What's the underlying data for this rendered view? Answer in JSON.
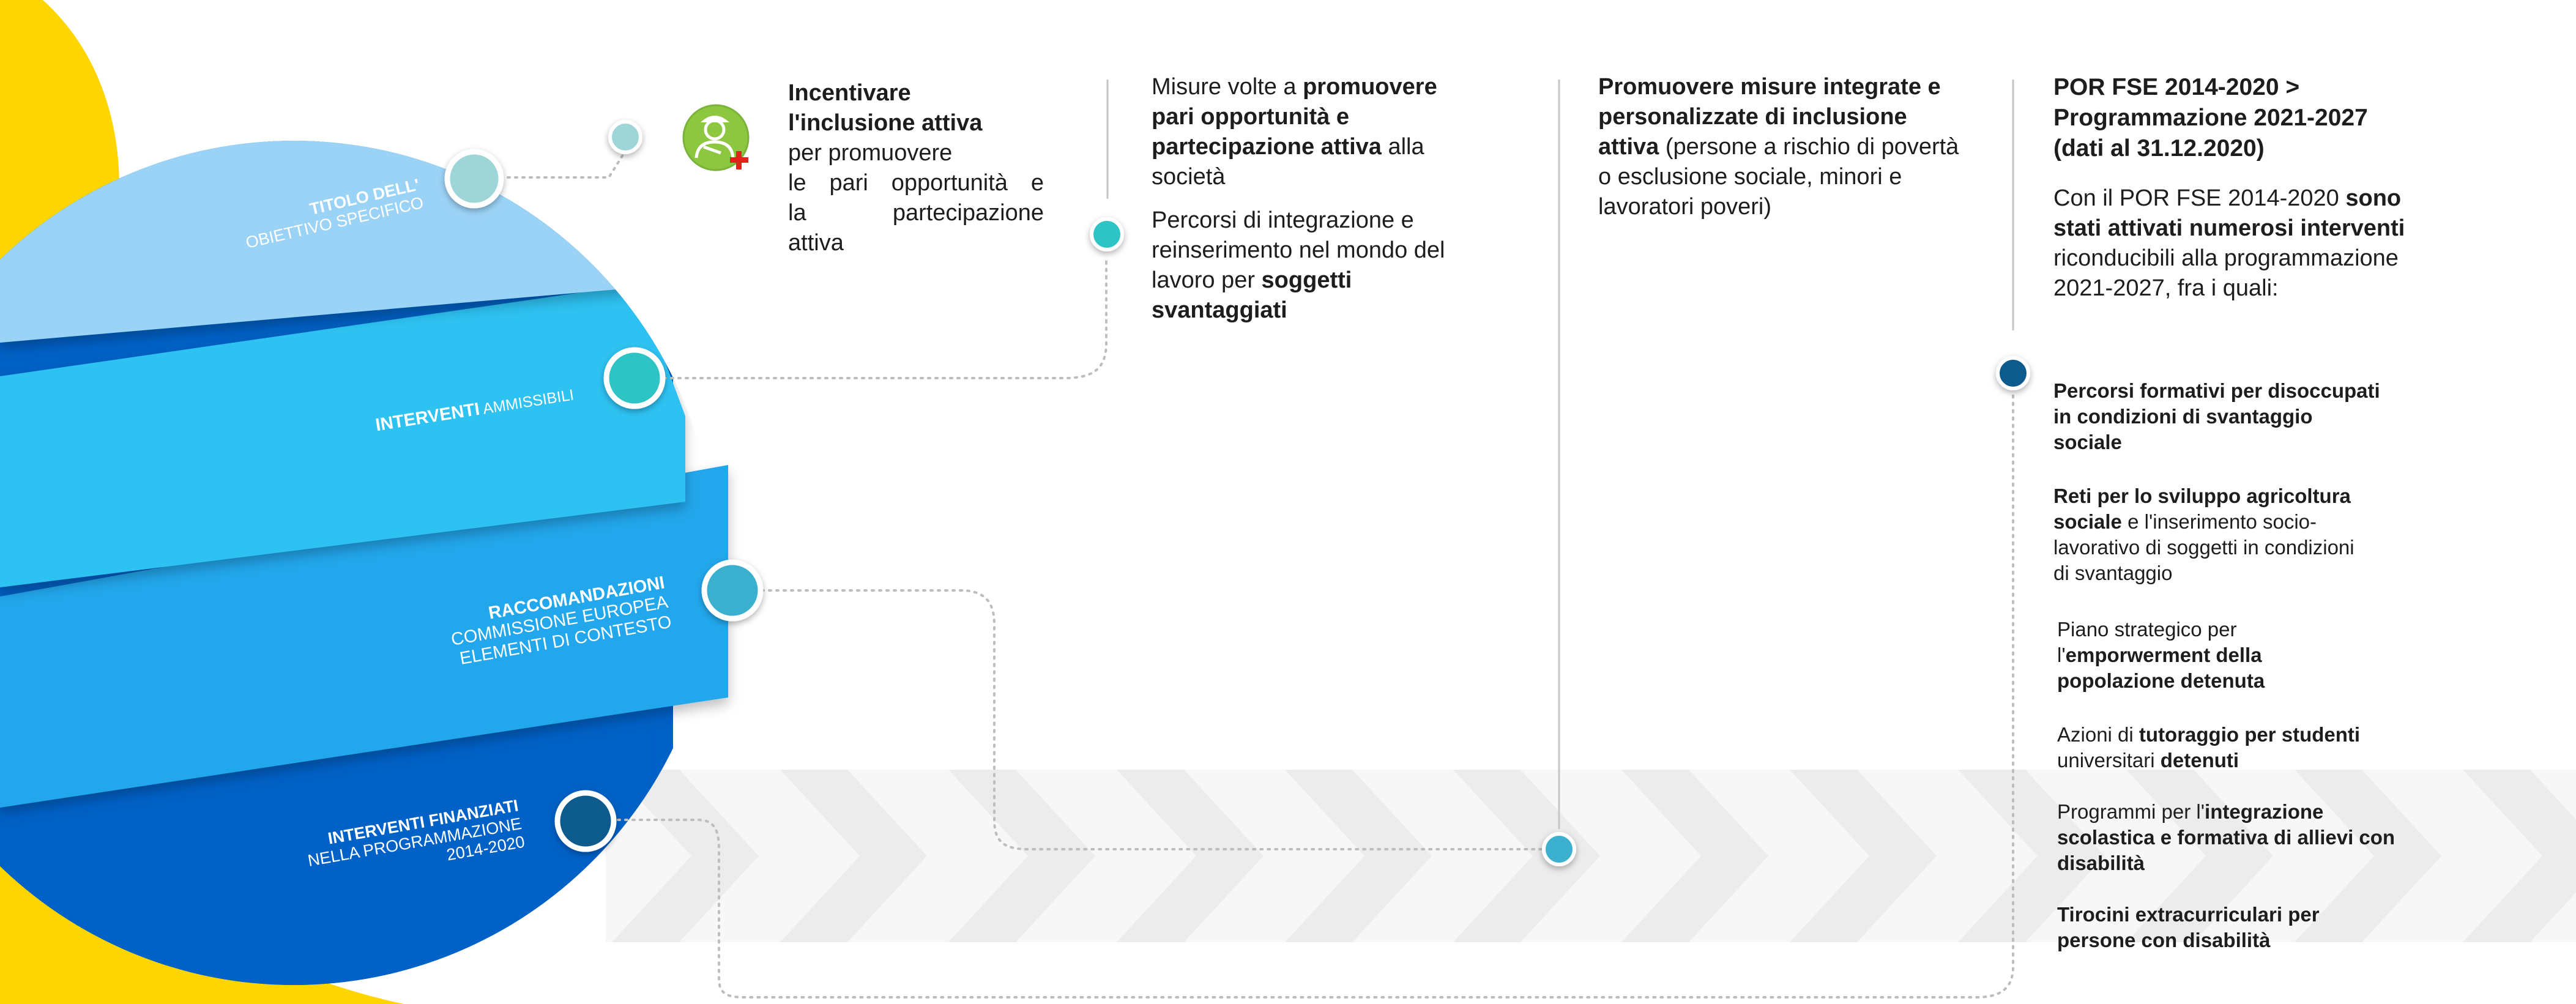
{
  "colors": {
    "yellow": "#FFD500",
    "band1": "#9BD3F7",
    "band2": "#2EC2F2",
    "band3": "#23A7EC",
    "band4": "#0061C6",
    "teal": "#2FC4C6",
    "navy": "#0A5A8C",
    "line": "#C6C6C6"
  },
  "icon": "inclusion-person-icon",
  "bands": {
    "b1": {
      "line1": "TITOLO DELL'",
      "line2": "OBIETTIVO SPECIFICO"
    },
    "b2": {
      "bold": "INTERVENTI",
      "rest": " AMMISSIBILI"
    },
    "b3": {
      "line1": "RACCOMANDAZIONI",
      "line2": "COMMISSIONE EUROPEA",
      "line3": "ELEMENTI DI CONTESTO"
    },
    "b4": {
      "line1": "INTERVENTI FINANZIATI",
      "line2": "NELLA PROGRAMMAZIONE",
      "line3": "2014-2020"
    }
  },
  "col1": {
    "title1": "Incentivare",
    "title2": "l'inclusione attiva",
    "l1": "per promuovere",
    "l2": "le pari opportunità e",
    "l3": "la partecipazione",
    "l4": "attiva"
  },
  "col2": {
    "p1a": "Misure volte a ",
    "p1b": "promuovere pari opportunità e partecipazione attiva",
    "p1c": " alla società",
    "p2a": "Percorsi di integrazione e reinserimento nel mondo del lavoro per ",
    "p2b": "soggetti svantaggiati"
  },
  "col3": {
    "a": "Promuovere misure integrate e personalizzate di inclusione attiva",
    "b": " (persone a rischio di povertà o esclusione sociale, minori e lavoratori poveri)"
  },
  "col4": {
    "title": "POR FSE 2014-2020 > Programmazione 2021-2027 (dati al 31.12.2020)",
    "intro_a": "Con il POR FSE 2014-2020 ",
    "intro_b": "sono stati attivati numerosi interventi",
    "intro_c": " riconducibili alla programmazione 2021-2027, fra i quali:",
    "items": [
      {
        "a": "Percorsi formativi per disoccupati in condizioni di svantaggio sociale",
        "b": ""
      },
      {
        "a": "Reti per lo sviluppo agricoltura sociale",
        "b": " e l'inserimento socio-lavorativo di soggetti in condizioni di svantaggio"
      },
      {
        "pre": "Piano strategico per l'",
        "a": "emporwerment della popolazione detenuta"
      },
      {
        "pre": "Azioni di ",
        "a": "tutoraggio per studenti",
        "mid": " universitari ",
        "b": "detenuti"
      },
      {
        "pre": "Programmi per l'",
        "a": "integrazione scolastica e formativa di allievi con disabilità"
      },
      {
        "a": "Tirocini extracurriculari per persone con disabilità"
      }
    ]
  }
}
